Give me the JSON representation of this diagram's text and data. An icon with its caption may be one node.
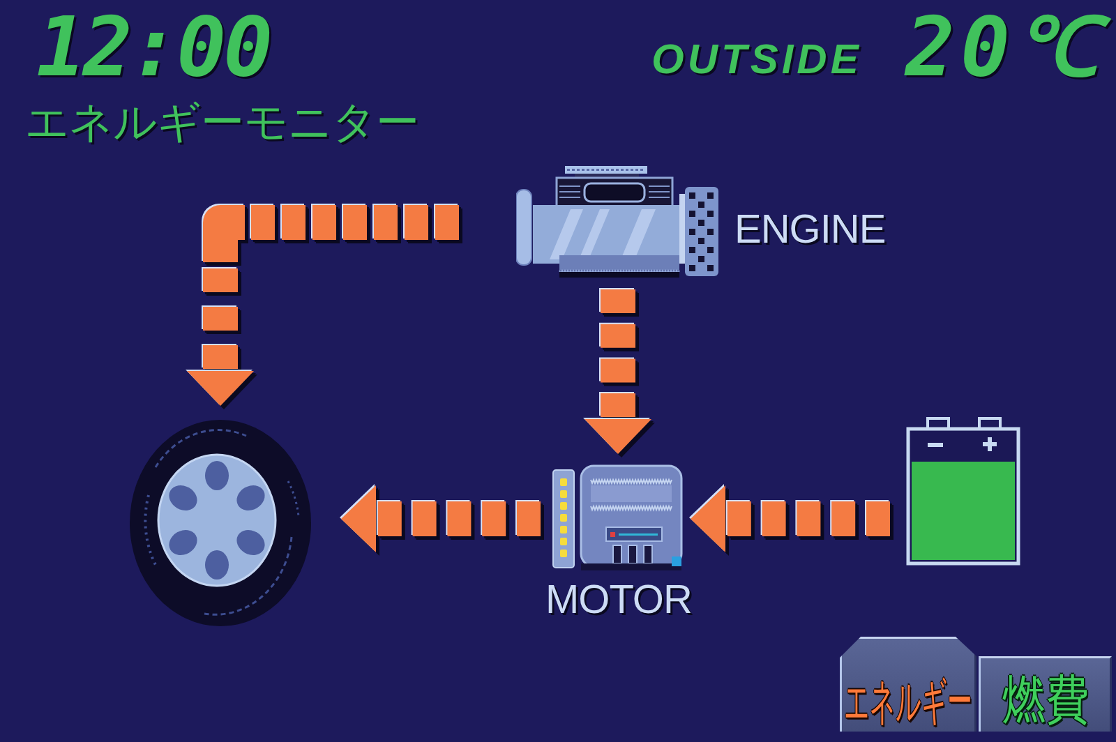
{
  "diagram": {
    "title": "エネルギーモニター",
    "nodes": [
      {
        "text": [],
        "shape": "picture",
        "beside": [
          "ENGINE"
        ]
      },
      {
        "text": [],
        "shape": "picture"
      },
      {
        "text": [],
        "shape": "picture",
        "beside": [
          "MOTOR"
        ]
      },
      {
        "text": [],
        "shape": "picture"
      },
      {
        "text": [
          "エネルギー"
        ]
      },
      {
        "text": [
          "燃費"
        ]
      }
    ],
    "edges": [
      {
        "from": 0,
        "to": 1,
        "arrow": "to"
      },
      {
        "from": 0,
        "to": 2,
        "arrow": "to"
      },
      {
        "from": 2,
        "to": 1,
        "arrow": "to"
      },
      {
        "from": 3,
        "to": 2,
        "arrow": "to"
      }
    ],
    "labels": [
      "12:00",
      "OUTSIDE",
      "20℃"
    ]
  }
}
